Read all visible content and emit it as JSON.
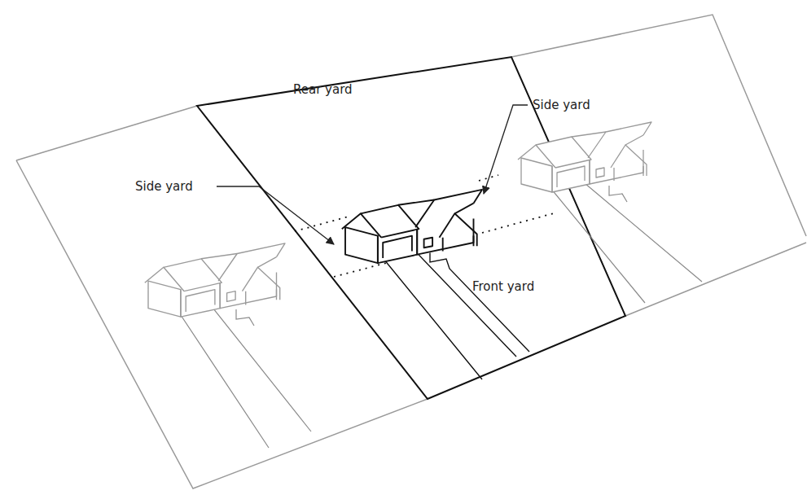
{
  "diagram": {
    "labels": [
      "Rear yard",
      "Side yard",
      "Side yard",
      "Front yard"
    ]
  }
}
